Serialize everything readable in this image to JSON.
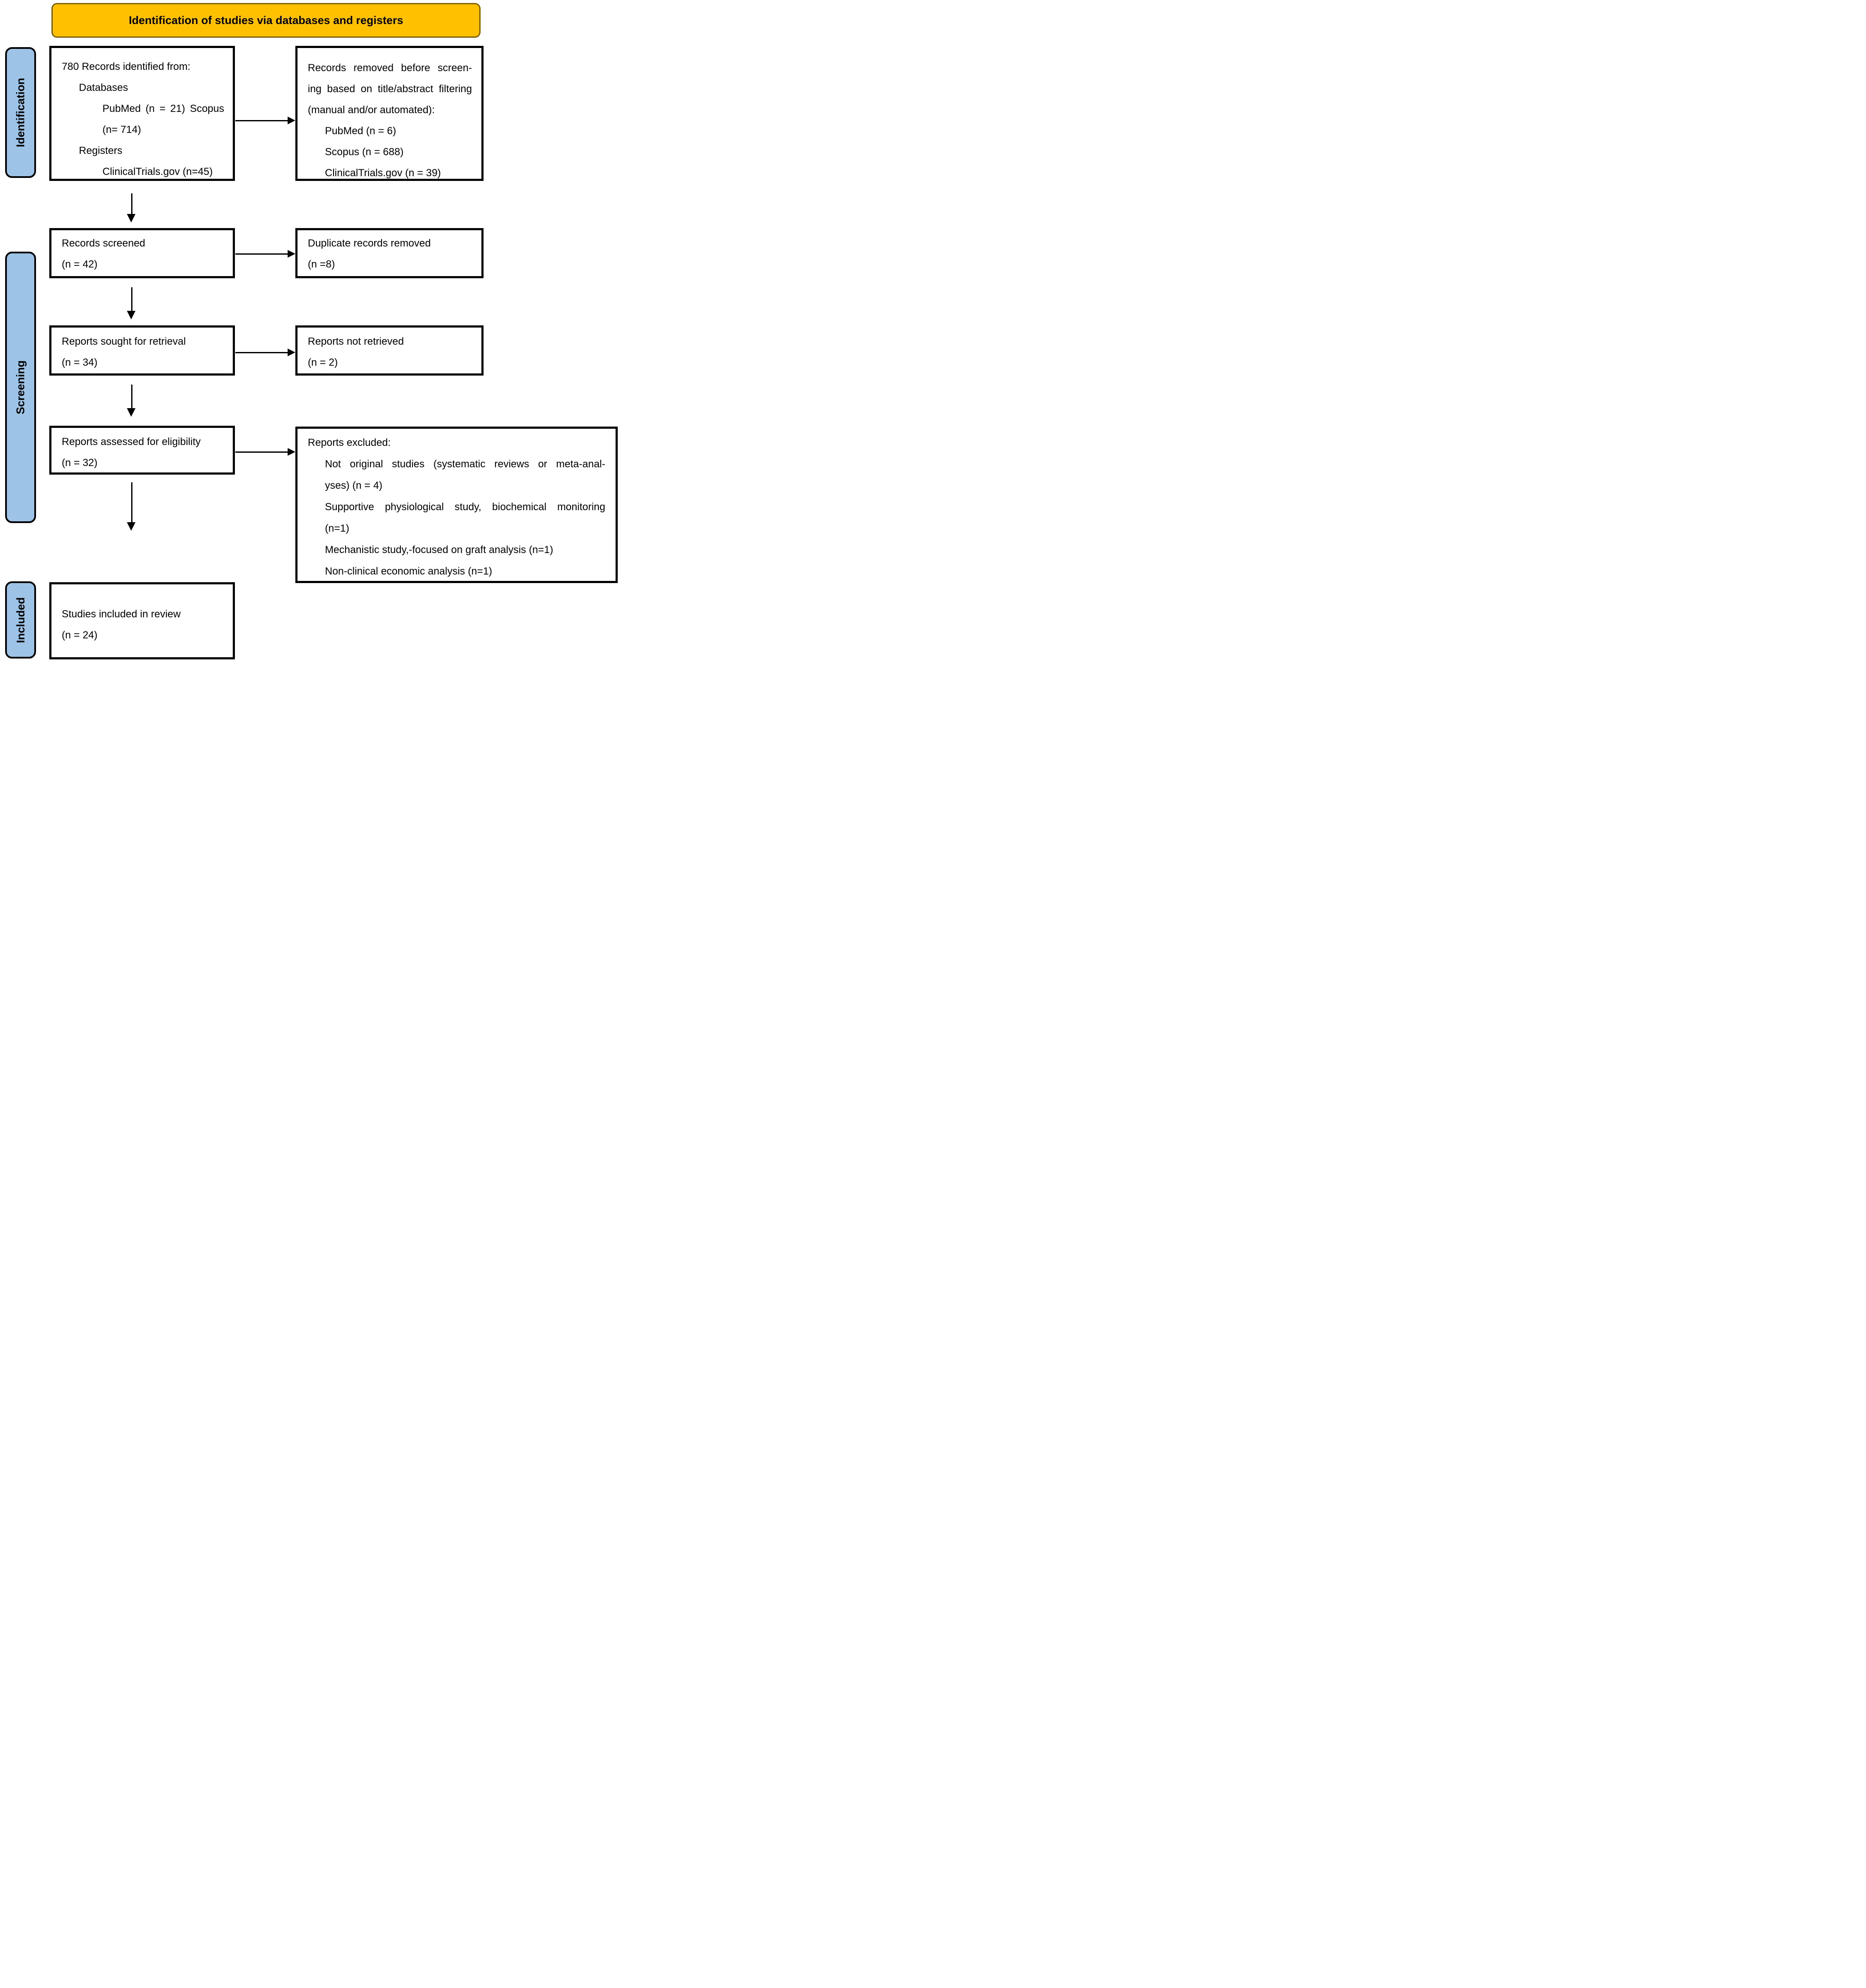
{
  "banner": {
    "label": "Identification of studies via databases and registers"
  },
  "sidebars": {
    "identification": "Identification",
    "screening": "Screening",
    "included": "Included"
  },
  "boxes": {
    "identified": {
      "lines": [
        "780 Records identified from:",
        "Databases",
        "PubMed (n = 21) Scopus",
        "(n= 714)",
        "Registers",
        "ClinicalTrials.gov (n=45)"
      ]
    },
    "removed": {
      "lines": [
        "Records removed before screen-",
        "ing based on title/abstract filtering",
        "(manual and/or automated):",
        "PubMed (n = 6)",
        "Scopus (n = 688)",
        "ClinicalTrials.gov (n = 39)"
      ]
    },
    "screened": {
      "lines": [
        "Records screened",
        "(n = 42)"
      ]
    },
    "duplicates": {
      "lines": [
        "Duplicate records removed",
        "(n =8)"
      ]
    },
    "sought": {
      "lines": [
        "Reports sought for retrieval",
        "(n = 34)"
      ]
    },
    "not_retrieved": {
      "lines": [
        "Reports not retrieved",
        "(n = 2)"
      ]
    },
    "assessed": {
      "lines": [
        "Reports assessed for eligibility",
        "(n = 32)"
      ]
    },
    "excluded": {
      "lines": [
        "Reports excluded:",
        "Not original studies (systematic reviews or meta-anal-",
        "yses) (n = 4)",
        "Supportive physiological study, biochemical monitoring",
        "(n=1)",
        "Mechanistic study,-focused on graft analysis (n=1)",
        "Non-clinical economic analysis (n=1)"
      ]
    },
    "included_studies": {
      "lines": [
        "Studies included in review",
        "(n = 24)"
      ]
    }
  },
  "colors": {
    "banner_bg": "#FFC000",
    "banner_border": "#7F6000",
    "sidebar_bg": "#9DC3E6",
    "box_border": "#000000",
    "arrow": "#000000"
  }
}
